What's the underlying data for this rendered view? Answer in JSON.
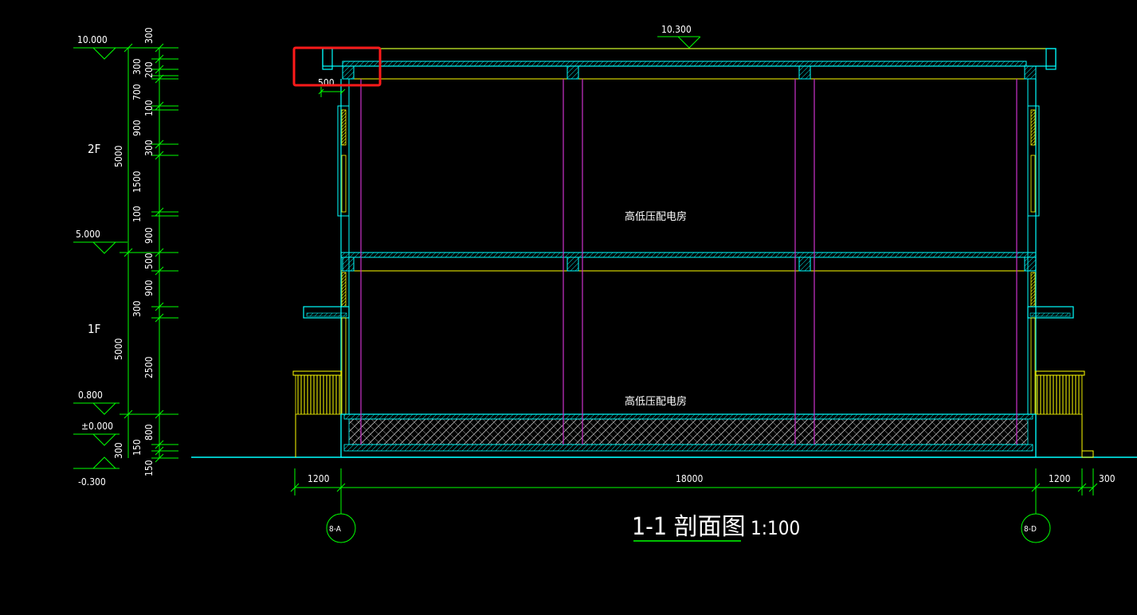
{
  "colors": {
    "background": "#000000",
    "dimension": "#00ff00",
    "structure": "#00ffff",
    "wall_fill": "#ffff00",
    "column_line": "#cc33cc",
    "text": "#ffffff",
    "highlight": "#ff1a1a"
  },
  "elevations": {
    "roof_top": "10.300",
    "roof_left": "10.000",
    "floor2": "5.000",
    "sill": "0.800",
    "ground": "±0.000",
    "outdoor": "-0.300"
  },
  "floors": {
    "upper": "2F",
    "lower": "1F"
  },
  "vertical_dims": {
    "d_300_top": "300",
    "d_300_b": "300",
    "d_200": "200",
    "d_700": "700",
    "d_100_a": "100",
    "d_900_a": "900",
    "d_300_c": "300",
    "d_1500": "1500",
    "d_100_b": "100",
    "d_900_b": "900",
    "d_500": "500",
    "d_900_c": "900",
    "d_300_d": "300",
    "d_2500": "2500",
    "d_800": "800",
    "d_150_a": "150",
    "d_300_e": "300",
    "d_150_b": "150",
    "floor2_total": "5000",
    "floor1_total": "5000"
  },
  "horizontal_dims": {
    "left_overhang": "1200",
    "span": "18000",
    "right_overhang": "1200",
    "right_step": "300"
  },
  "parapet_dim": "500",
  "room_labels": {
    "upper": "高低压配电房",
    "lower": "高低压配电房"
  },
  "axis_labels": {
    "left": "8-A",
    "right": "8-D"
  },
  "drawing_title": {
    "name": "1-1 剖面图",
    "scale": "1:100"
  }
}
